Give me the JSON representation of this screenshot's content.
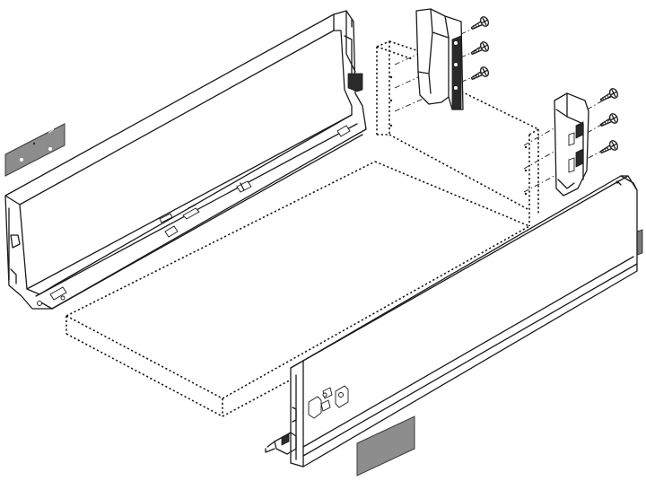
{
  "diagram": {
    "subject": "drawer-assembly-exploded-view",
    "parts": [
      {
        "name": "left-drawer-side",
        "icon": "metal-side-panel"
      },
      {
        "name": "right-drawer-side",
        "icon": "metal-side-panel"
      },
      {
        "name": "drawer-bottom",
        "icon": "dashed-board"
      },
      {
        "name": "back-panel",
        "icon": "dashed-board"
      },
      {
        "name": "rear-bracket-left",
        "icon": "bracket"
      },
      {
        "name": "rear-bracket-right",
        "icon": "bracket"
      },
      {
        "name": "screws",
        "icon": "screw",
        "count": 6
      },
      {
        "name": "cover-cap-left",
        "icon": "gray-cap"
      },
      {
        "name": "cover-cap-right",
        "icon": "gray-cap"
      }
    ],
    "colors": {
      "line": "#1a1a1a",
      "cap_fill": "#8d8d8d",
      "background": "#ffffff"
    }
  }
}
